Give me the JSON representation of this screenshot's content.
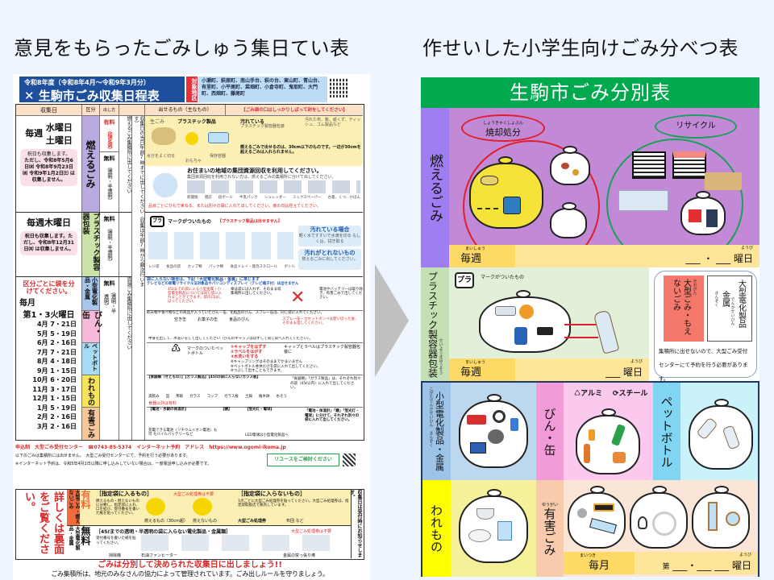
{
  "titles": {
    "left": "意見をもらったごみしゅう集日てい表",
    "right": "作せいした小学生向けごみ分べつ表"
  },
  "left_pamphlet": {
    "header_sub": "令和8年度（令和8年4月〜令和9年3月分）",
    "header_main": "生駒市ごみ収集日程表",
    "target_label": "対象地区",
    "areas": "小瀬町、萩原町、南山手台、萩の台、東山町、青山台、有里町、小平尾町、菜畑町、小倉寺町、鬼取町、大門町、西畑町、藤尾町",
    "columns": [
      "収集日",
      "区分",
      "出し方",
      "出せるもの（主なもの）",
      "【ごみ袋の口はしっかりしばって封をしてください】"
    ],
    "burnable": {
      "days_prefix": "毎週",
      "days": "水曜日\n土曜日",
      "holiday_note": "祝日も収集します。",
      "exception_note": "ただし、令和8年5月6日㈬ 令和8年9月23日㈬ 令和9年1月2日㈯ は収集しません。",
      "category": "燃えるごみ",
      "method_paid": "有料",
      "method_paid_sub": "（指定袋）",
      "method_free": "無料",
      "method_free_sub": "（透明・半透明）",
      "note1": "燃えるごみ集積所に出してください",
      "note2": "収集日の当日午前7時までに出してください（収集は午前7時から順次行います）",
      "item_labels": [
        "生ごみ",
        "プラスチック製品",
        "汚れている",
        "プラスチック製容器包装",
        "汚れた布、靴、紙くず、ティッシュ、ゴム製品など",
        "水分をよく切る",
        "おもちゃ",
        "保存容器"
      ],
      "size_note": "燃えるごみで出せるのは、30cm以下のものです。一辺が30cmを超えるごみは入れられません。",
      "recycle_heading": "お住まいの地域の集団資源回収を利用してください。",
      "recycle_sub": "集団資源回収を利用されない方は、燃えるごみの集積所に分けて出してください。",
      "recycle_items": [
        "新聞紙",
        "雑誌",
        "段ボール",
        "牛乳パック",
        "シュレッダー",
        "ミックスペーパー",
        "古着、くつ、かばん"
      ],
      "recycle_note": "品目ごとにひもで束ねる、または別々の袋に入れて出してください。雨の日は控えてください。"
    },
    "plastic": {
      "days": "毎週木曜日",
      "holiday_note": "祝日も収集します。ただし、令和8年12月31日㈭ は収集しません。",
      "category": "プラスチック製容器包装",
      "method": "無料",
      "method_sub": "（透明・半透明）",
      "mark_label": "マークがついたもの",
      "warning": "【プラスチック製品は出せません】",
      "item_labels": [
        "レジ袋",
        "食品の袋",
        "カップ類",
        "パック類",
        "食品トレイ・発泡スチロール",
        "ボトル"
      ],
      "dirty_heading": "汚れている場合",
      "dirty_sub": "軽く水ですすいで水滴を切る もしくは、拭き取る",
      "unclean_heading": "汚れがとれないもの",
      "unclean_sub": "燃えるごみに出してください。"
    },
    "monthly": {
      "red_note": "区分ごとに袋を分けてください。",
      "days_prefix": "毎月",
      "days": "第1・3火曜日",
      "dates": [
        "4月 7・21日",
        "5月 5・19日",
        "6月 2・16日",
        "7月 7・21日",
        "8月 4・18日",
        "9月 1・15日",
        "10月 6・20日",
        "11月 3・17日",
        "12月 1・15日",
        "1月 5・19日",
        "2月 2・16日",
        "3月 2・16日"
      ],
      "categories": [
        "小型電化製品・金属",
        "びん・缶",
        "ペットボトル",
        "われもの",
        "有害ごみ"
      ],
      "method": "無料",
      "method_sub": "（透明・半透明）",
      "note": "資源ごみ集積所に出してください",
      "small_elec_note": "袋に入らない場合は、下記「大型電化製品・金属」に準じます",
      "small_elec_note2": "テレビなどの家電リサイクル法対象品やパソコンディスプレイ（テレビ端子付）は出せません",
      "small_elec_bag": "45ℓまでの袋に入る小型金属・小型電化製品については同じ袋に入れることができます。袋の口はしばってください。",
      "umbrella_note": "傘は袋には入れず、そのまま収集場所に出してください。",
      "battery_note": "電池やバッテリーは取り除き、有害ごみで出してください。",
      "can_note": "飲み物や食べ物などの商品が入っていたびん・缶、化粧品のびん、スプレー缶は、同じ袋に入れてください。",
      "can_labels": [
        "空き缶",
        "お菓子の缶",
        "食品のびん"
      ],
      "can_rinse": "中身を出して、水洗いをして出してください（びんのキャップははずして同じ袋へ入れてください）。",
      "spray_note": "スプレー缶・カセットボンベは使い切った後、そのまま出してください。",
      "pet_mark": "マークのついたペットボトル",
      "pet_steps": [
        "①キャップをはずす",
        "②ラベルをはがす",
        "③水洗いをする"
      ],
      "pet_side": "キャップとラベルはプラスチック製容器包装に",
      "pet_notes": [
        "※キャップリングはそのままでかまいません",
        "※ペットボトル本体だけを袋に入れて出してください。",
        "※つぶして出すこともできます。"
      ],
      "glass_heading": "【食器類（せともの）】【ガラス製品】【45ℓの袋に入らないガラス板】",
      "glass_labels": [
        "湯飲み",
        "皿",
        "茶碗",
        "ガラス",
        "コップ",
        "ガラス板",
        "土鍋",
        "植木鉢",
        "水そう"
      ],
      "glass_red": "食器以外は有料",
      "glass_note": "「食器類」「ガラス製品」は、それぞれ別々の袋（45ℓ以内）に入れて出してください。",
      "hazard_labels": [
        "【電池・水銀の体温計】",
        "【鏡】",
        "【蛍光灯・電球】"
      ],
      "hazard_note": "「電池・体温計」「鏡」「蛍光灯・電球」に分けて、それぞれ別々の袋に入れて出してください。",
      "hazard_small": "充電できる電池（リチウムイオン電池）も可 モバイルバッテリーなど",
      "led_note": "LED電球は小型電化製品へ"
    },
    "large": {
      "center_line": "申込制　大型ごみ受付センター　☎0743-85-5374　インターネット予約　アドレス　https://www.ogomi-ikoma.jp",
      "line2": "以下のごみは集積所には出せません。　大型ごみ受付センターにて、予約を行う必要があります。",
      "line3": "※インターネット予約は、令和5年4月1日以降に申し込みしていない場合は、一度電話申し込みが必要です。",
      "reuse": "リユースをご検討ください",
      "side_red": "詳しくは裏面をご覧ください。",
      "cat1": "大型ごみ・燃えないごみ",
      "cat1_method": "有料",
      "in_bag_heading": "［指定袋に入るもの］",
      "in_bag_red": "大型ごみ処理券は不要",
      "in_bag_text": "燃えるもの・燃えないものに分類し、指定袋に入れ、口を結び、受付番号を書いた紙を貼ってください。",
      "in_bag_label1": "燃えるもの（30cm超）",
      "in_bag_label2": "燃えないもの",
      "out_bag_heading": "［指定袋に入らないもの］",
      "out_bag_text": "1点ごとに大型ごみ処理券を貼ってください。大型ごみ処理券は、指定袋取扱店で販売しています。",
      "out_bag_labels": [
        "大型ごみ処理券",
        "布団 など"
      ],
      "cat2": "大型電化製品・金属",
      "cat2_method": "無料",
      "elec_heading": "［45ℓまでの透明・半透明の袋に入らない電化製品・金属類］",
      "elec_red": "大型ごみ処理券は不要",
      "elec_text": "受付番号を書いた紙を貼ってください。",
      "elec_labels": [
        "掃除機",
        "石油ファンヒーター",
        "金属の突っ張り棒"
      ],
      "side_note": "収集日は受付時にお知らせします。"
    },
    "footer_red": "ごみは分別して決められた収集日に出しましょう!!",
    "footer_text": "ごみ集積所は、地元のみなさんの協力によって管理されています。ごみ出しルールを守りましょう。"
  },
  "right_chart": {
    "title": "生駒市ごみ分別表",
    "burnable": {
      "label": "燃えるごみ",
      "incinerate_ruby": "しょうきゃくしょぶん",
      "incinerate": "焼却処分",
      "recycle": "リサイクル",
      "freq_ruby": "まいしゅう",
      "freq": "毎週",
      "blank": "___ ・ ___ ",
      "day_ruby": "ようび",
      "day": "曜日"
    },
    "plastic": {
      "label": "プラスチック製容器包装",
      "ruby": "せいようきほうそう",
      "mark": "マークがついたもの",
      "mark_icon": "プラ",
      "freq_ruby": "まいしゅう",
      "freq": "毎週",
      "blank": "___ ",
      "day_ruby": "ようび",
      "day": "曜日"
    },
    "large": {
      "label1": "大型ごみ・もえないごみ",
      "label1_ruby": "おおがた",
      "label2": "大型電化製品",
      "label2_ruby": "でんかせいひん",
      "label3": "金属",
      "label3_ruby": "きんぞく",
      "note": "集積所に出せないので、大型ごみ受付センターにて予約を行う必要があります。"
    },
    "monthly": {
      "small_elec": "小型電化製品・金属",
      "small_elec_ruby": "こがたでんかせいひん　きんぞく",
      "cans": "びん・缶",
      "alumi_icon": "アルミ",
      "steel_icon": "スチール",
      "pet": "ペットボトル",
      "fragile": "われもの",
      "hazard": "有害ごみ",
      "hazard_ruby": "ゆうがい",
      "freq_ruby": "まいつき",
      "freq": "毎月",
      "prefix": "第",
      "blank": "___・___  ___",
      "day_ruby": "ようび",
      "day": "曜日"
    }
  },
  "colors": {
    "green_title": "#00a84e",
    "burnable_bg": "#c28ad6",
    "burnable_label": "#9f7ef2",
    "plastic_bg": "#e2f0d9",
    "plastic_label": "#c5e0b4",
    "schedule_bar": "#ffe599",
    "schedule_tag": "#ffd966",
    "large_red": "#f4786b",
    "pamphlet_blue": "#1d4f9c"
  }
}
